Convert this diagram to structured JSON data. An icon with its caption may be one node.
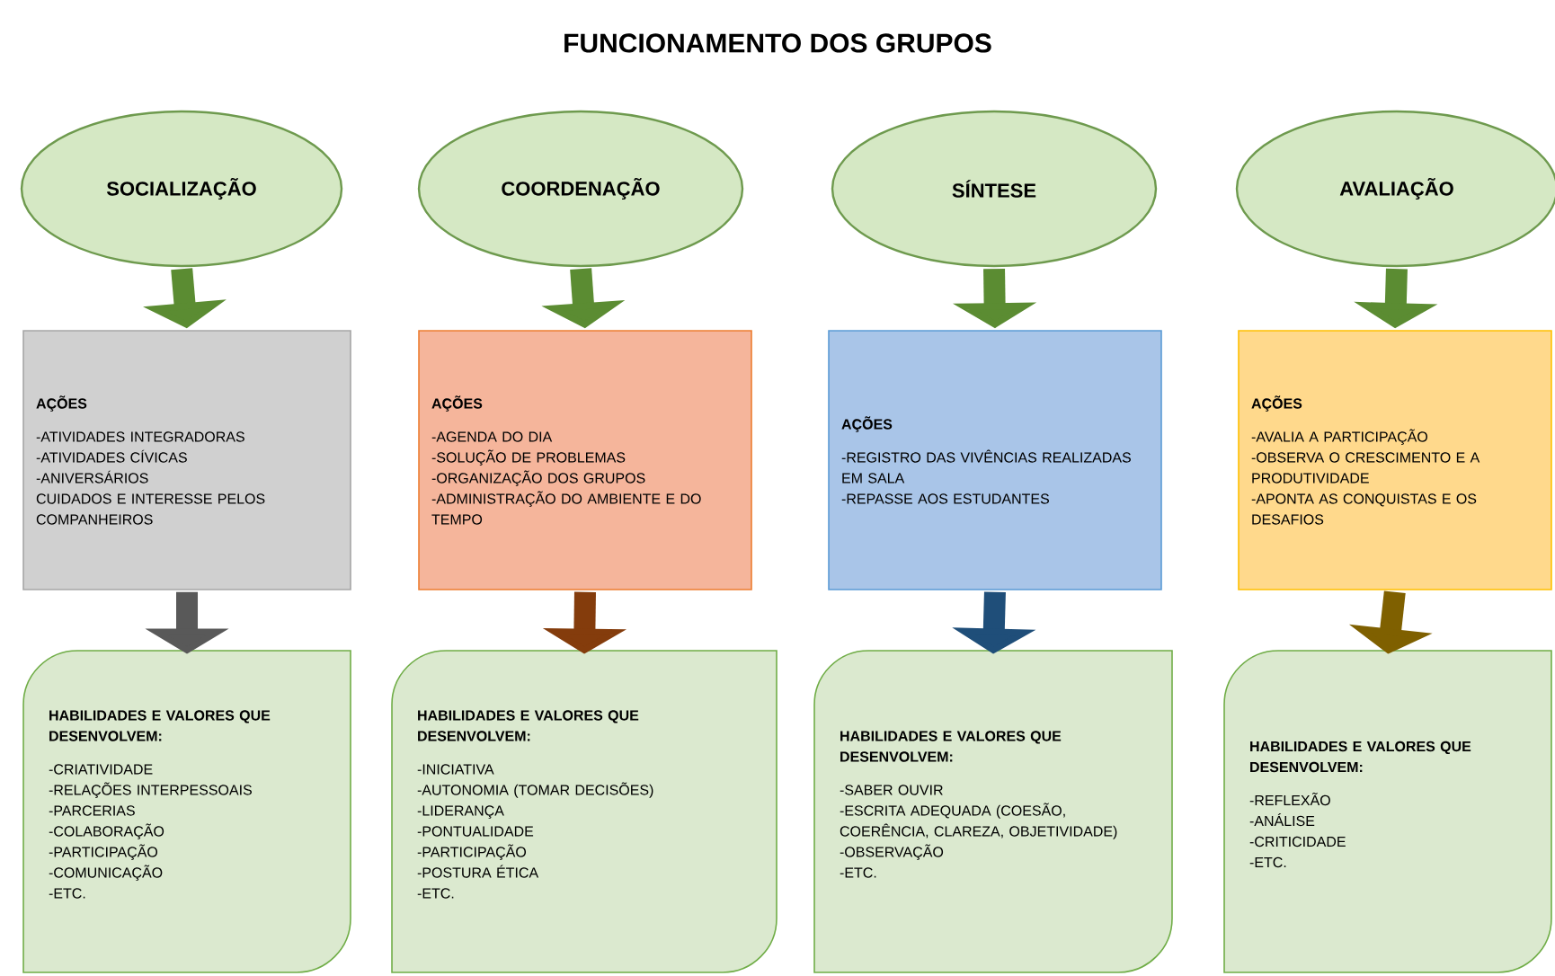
{
  "diagram": {
    "title": "FUNCIONAMENTO DOS GRUPOS",
    "nodes": [
      {
        "text": [
          "SOCIALIZAÇÃO"
        ]
      },
      {
        "text": [
          "COORDENAÇÃO"
        ]
      },
      {
        "text": [
          "SÍNTESE"
        ]
      },
      {
        "text": [
          "AVALIAÇÃO"
        ]
      },
      {
        "text": [
          "AÇÕES",
          "-ATIVIDADES INTEGRADORAS",
          "-ATIVIDADES CÍVICAS",
          "-ANIVERSÁRIOS",
          "CUIDADOS E INTERESSE PELOS COMPANHEIROS"
        ]
      },
      {
        "text": [
          "AÇÕES",
          "-AGENDA DO DIA",
          "-SOLUÇÃO DE PROBLEMAS",
          "-ORGANIZAÇÃO DOS GRUPOS",
          "-ADMINISTRAÇÃO DO AMBIENTE E DO TEMPO"
        ]
      },
      {
        "text": [
          "AÇÕES",
          "-REGISTRO DAS VIVÊNCIAS REALIZADAS EM SALA",
          "-REPASSE AOS ESTUDANTES"
        ]
      },
      {
        "text": [
          "AÇÕES",
          "-AVALIA A PARTICIPAÇÃO",
          "-OBSERVA O CRESCIMENTO E A PRODUTIVIDADE",
          "-APONTA AS CONQUISTAS E OS DESAFIOS"
        ]
      },
      {
        "text": [
          "HABILIDADES E VALORES QUE DESENVOLVEM:",
          "-CRIATIVIDADE",
          "-RELAÇÕES INTERPESSOAIS",
          "-PARCERIAS",
          "-COLABORAÇÃO",
          "-PARTICIPAÇÃO",
          "-COMUNICAÇÃO",
          "-ETC."
        ]
      },
      {
        "text": [
          "HABILIDADES E VALORES QUE DESENVOLVEM:",
          "-INICIATIVA",
          "-AUTONOMIA (TOMAR DECISÕES)",
          "-LIDERANÇA",
          "-PONTUALIDADE",
          "-PARTICIPAÇÃO",
          "-POSTURA ÉTICA",
          "-ETC."
        ]
      },
      {
        "text": [
          "HABILIDADES E VALORES QUE DESENVOLVEM:",
          "-SABER OUVIR",
          "-ESCRITA ADEQUADA (COESÃO, COERÊNCIA, CLAREZA, OBJETIVIDADE)",
          "-OBSERVAÇÃO",
          "-ETC."
        ]
      },
      {
        "text": [
          "HABILIDADES E VALORES QUE DESENVOLVEM:",
          "-REFLEXÃO",
          "-ANÁLISE",
          "-CRITICIDADE",
          "-ETC."
        ]
      }
    ],
    "edges": [
      {
        "from": 0,
        "to": 4,
        "arrow": "to",
        "color": "#5b8c32"
      },
      {
        "from": 1,
        "to": 5,
        "arrow": "to",
        "color": "#5b8c32"
      },
      {
        "from": 2,
        "to": 6,
        "arrow": "to",
        "color": "#5b8c32"
      },
      {
        "from": 3,
        "to": 7,
        "arrow": "to",
        "color": "#5b8c32"
      },
      {
        "from": 4,
        "to": 8,
        "arrow": "to",
        "color": "#595959"
      },
      {
        "from": 5,
        "to": 9,
        "arrow": "to",
        "color": "#843c0c"
      },
      {
        "from": 6,
        "to": 10,
        "arrow": "to",
        "color": "#1f4e79"
      },
      {
        "from": 7,
        "to": 11,
        "arrow": "to",
        "color": "#7f6000"
      }
    ]
  }
}
